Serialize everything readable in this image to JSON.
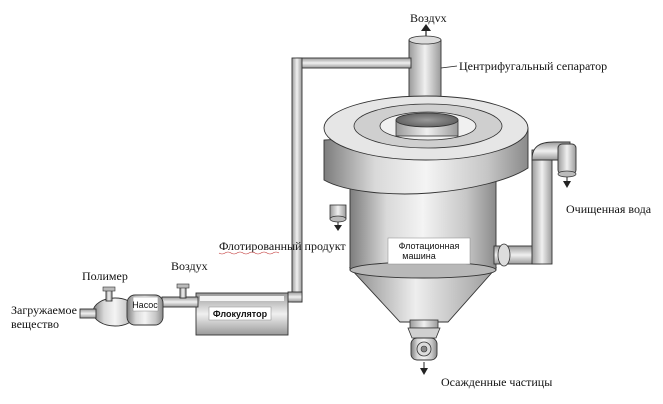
{
  "labels": {
    "air_top": "Воздvx",
    "separator": "Центрифугальный сепаратор",
    "flotation_machine_1": "Флотационная",
    "flotation_machine_2": "машина",
    "cleaned_water": "Очищенная вода",
    "floated_product": "Флотированный продукт",
    "air_left": "Воздух",
    "polymer": "Полимер",
    "pump": "Насос",
    "flocculator": "Флокулятор",
    "feed_1": "Загружаемое",
    "feed_2": "вещество",
    "settled": "Осажденные частицы"
  },
  "colors": {
    "metal_light": "#f2f2f2",
    "metal_mid": "#c8c8c8",
    "metal_dark": "#7a7a7a",
    "outline": "#333333"
  }
}
